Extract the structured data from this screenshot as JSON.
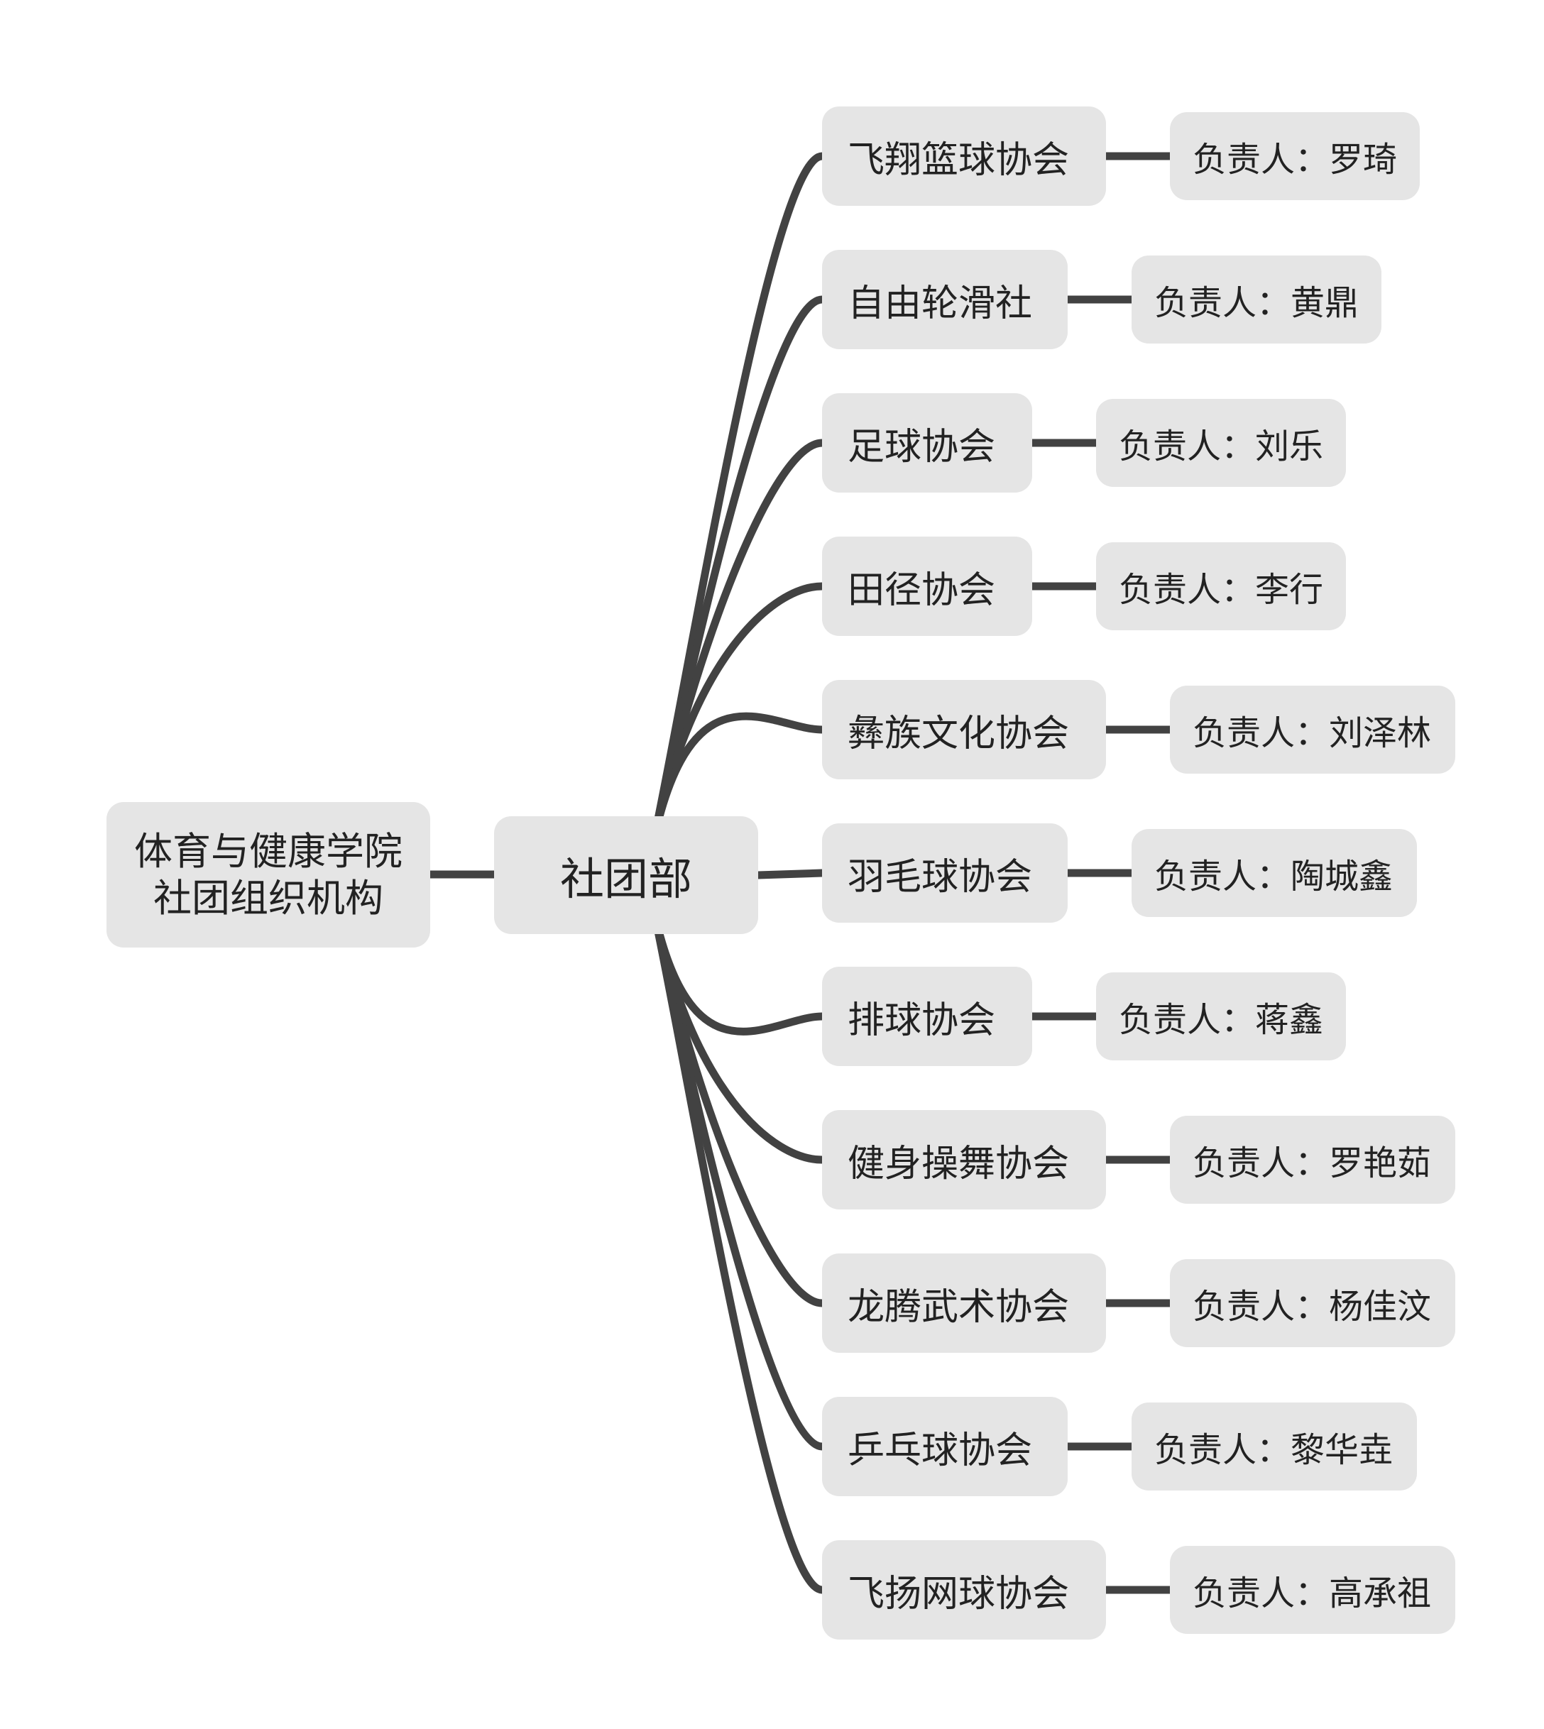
{
  "root": {
    "line1": "体育与健康学院",
    "line2": "社团组织机构"
  },
  "department": "社团部",
  "clubs": [
    {
      "name": "飞翔篮球协会",
      "leader": "负责人：罗琦"
    },
    {
      "name": "自由轮滑社",
      "leader": "负责人：黄鼎"
    },
    {
      "name": "足球协会",
      "leader": "负责人：刘乐"
    },
    {
      "name": "田径协会",
      "leader": "负责人：李行"
    },
    {
      "name": "彝族文化协会",
      "leader": "负责人：刘泽林"
    },
    {
      "name": "羽毛球协会",
      "leader": "负责人：陶城鑫"
    },
    {
      "name": "排球协会",
      "leader": "负责人：蒋鑫"
    },
    {
      "name": "健身操舞协会",
      "leader": "负责人：罗艳茹"
    },
    {
      "name": "龙腾武术协会",
      "leader": "负责人：杨佳汶"
    },
    {
      "name": "乒乓球协会",
      "leader": "负责人：黎华垚"
    },
    {
      "name": "飞扬网球协会",
      "leader": "负责人：高承祖"
    }
  ],
  "colors": {
    "node_fill": "#e5e5e5",
    "line": "#424242",
    "text": "#222222"
  }
}
